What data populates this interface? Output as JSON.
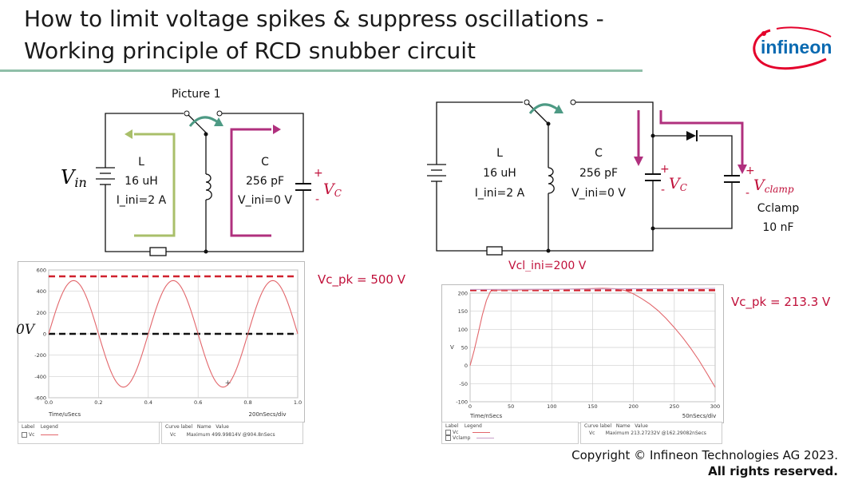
{
  "slide": {
    "title_line1": "How to limit voltage spikes & suppress oscillations -",
    "title_line2": "Working principle of RCD snubber circuit",
    "logo_text": "infineon",
    "copyright_line1": "Copyright © Infineon Technologies AG 2023.",
    "copyright_line2": "All rights reserved.",
    "colors": {
      "accent_rule": "#8fbfa8",
      "logo_red": "#e4002b",
      "logo_blue": "#0a6ab1",
      "magenta": "#b0307e",
      "olive": "#a9bf6a",
      "teal": "#4d9a84",
      "annotation_red": "#c0103a"
    }
  },
  "circuit1": {
    "picture_label": "Picture 1",
    "vin_label": "V",
    "vin_sub": "in",
    "l_name": "L",
    "l_value": "16 uH",
    "l_init": "I_ini=2 A",
    "c_name": "C",
    "c_value": "256 pF",
    "c_init": "V_ini=0 V",
    "vc_label": "V",
    "vc_sub": "C",
    "plus": "+",
    "minus": "-"
  },
  "circuit2": {
    "l_name": "L",
    "l_value": "16 uH",
    "l_init": "I_ini=2 A",
    "c_name": "C",
    "c_value": "256 pF",
    "c_init": "V_ini=0 V",
    "vc_label": "V",
    "vc_sub": "C",
    "vclamp_label": "V",
    "vclamp_sub": "clamp",
    "cclamp_name": "Cclamp",
    "cclamp_value": "10 nF",
    "vcl_ini": "Vcl_ini=200 V",
    "plus": "+",
    "minus": "-"
  },
  "annotations": {
    "left_pk": "Vc_pk = 500 V",
    "right_pk": "Vc_pk = 213.3 V",
    "left_zero": "0V"
  },
  "legend_left": {
    "h_label": "Label",
    "h_legend": "Legend",
    "h_curve": "Curve label",
    "h_name": "Name",
    "h_value": "Value",
    "row_label": "Vc",
    "row_curve": "Vc",
    "row_name": "Maximum",
    "row_value": "499.99814V @904.8nSecs"
  },
  "legend_right": {
    "h_label": "Label",
    "h_legend": "Legend",
    "h_curve": "Curve label",
    "h_name": "Name",
    "h_value": "Value",
    "row1_label": "Vc",
    "row2_label": "Vclamp",
    "row_curve": "Vc",
    "row_name": "Maximum",
    "row_value": "213.27232V @162.29082nSecs"
  },
  "chart_data": [
    {
      "type": "line",
      "xlabel": "Time/uSecs",
      "xdiv": "200nSecs/div",
      "xlim": [
        0.0,
        1.0
      ],
      "ylim": [
        -600,
        600
      ],
      "xticks": [
        "0.0",
        "0.2",
        "0.4",
        "0.6",
        "0.8",
        "1.0"
      ],
      "yticks": [
        "600",
        "400",
        "200",
        "0",
        "-200",
        "-400",
        "-600"
      ],
      "series": [
        {
          "name": "Vc",
          "color": "#e2666b",
          "function": "500*sin(2*pi*x/0.4)",
          "x_step": 0.005
        }
      ],
      "reference_lines": [
        {
          "y": 540,
          "color": "#d0212d",
          "style": "dashed"
        },
        {
          "y": 0,
          "color": "#111111",
          "style": "dashed"
        }
      ],
      "marker": {
        "x": 0.72,
        "y": -460
      },
      "grid": true
    },
    {
      "type": "line",
      "xlabel": "Time/nSecs",
      "xdiv": "50nSecs/div",
      "ylabel": "V",
      "xlim": [
        0,
        300
      ],
      "ylim": [
        -100,
        200
      ],
      "xticks": [
        "0",
        "50",
        "100",
        "150",
        "200",
        "250",
        "300"
      ],
      "yticks": [
        "200",
        "150",
        "100",
        "50",
        "0",
        "-50",
        "-100"
      ],
      "series": [
        {
          "name": "Vc",
          "color": "#e2666b",
          "x": [
            0,
            5,
            10,
            15,
            20,
            25,
            30,
            40,
            60,
            80,
            100,
            120,
            140,
            162,
            180,
            190,
            200,
            210,
            220,
            230,
            240,
            250,
            260,
            270,
            280,
            290,
            300
          ],
          "y": [
            0,
            42,
            90,
            140,
            180,
            205,
            208,
            208.5,
            209,
            209.5,
            210,
            211,
            212,
            213.3,
            212,
            207,
            198,
            185,
            170,
            152,
            130,
            105,
            78,
            48,
            15,
            -22,
            -60
          ]
        },
        {
          "name": "Vclamp",
          "color": "#c7a0c8",
          "x": [
            0,
            300
          ],
          "y": [
            210,
            213
          ]
        }
      ],
      "reference_lines": [
        {
          "y": 208,
          "color": "#d0212d",
          "style": "dashed"
        }
      ],
      "grid": true
    }
  ]
}
